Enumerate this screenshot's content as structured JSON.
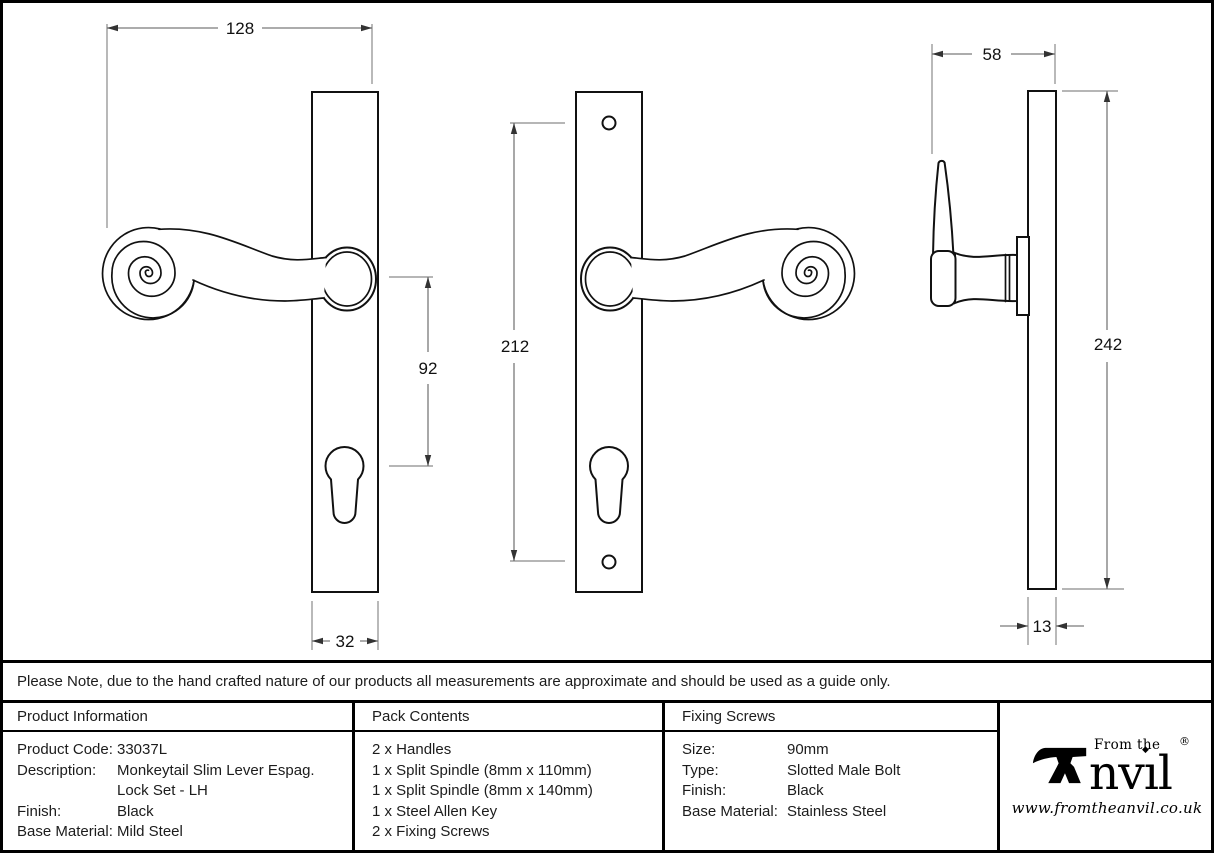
{
  "colors": {
    "line": "#000000",
    "background": "#ffffff",
    "dimension_line": "#7a7a7a"
  },
  "note": "Please Note, due to the hand crafted nature of our products all measurements are approximate and should be used as a guide only.",
  "dimensions": {
    "front_overall_width": "128",
    "handle_to_cylinder": "92",
    "plate_width": "32",
    "screw_centres": "212",
    "projection": "58",
    "plate_height": "242",
    "plate_thickness": "13"
  },
  "table": {
    "product_information": {
      "header": "Product Information",
      "rows": [
        {
          "label": "Product Code:",
          "value": "33037L"
        },
        {
          "label": "Description:",
          "value": "Monkeytail Slim Lever Espag."
        },
        {
          "label": "",
          "value": "Lock Set - LH"
        },
        {
          "label": "Finish:",
          "value": "Black"
        },
        {
          "label": "Base Material:",
          "value": "Mild Steel"
        }
      ]
    },
    "pack_contents": {
      "header": "Pack Contents",
      "items": [
        "2 x Handles",
        "1 x Split Spindle (8mm x 110mm)",
        "1 x Split Spindle (8mm x 140mm)",
        "1 x Steel Allen Key",
        "2 x Fixing Screws"
      ]
    },
    "fixing_screws": {
      "header": "Fixing Screws",
      "rows": [
        {
          "label": "Size:",
          "value": "90mm"
        },
        {
          "label": "Type:",
          "value": "Slotted Male Bolt"
        },
        {
          "label": "Finish:",
          "value": "Black"
        },
        {
          "label": "Base Material:",
          "value": "Stainless Steel"
        }
      ]
    }
  },
  "logo": {
    "from_the": "From the",
    "brand_text": "nvıl",
    "tittle": "◆",
    "registered": "®",
    "url": "www.fromtheanvil.co.uk"
  }
}
